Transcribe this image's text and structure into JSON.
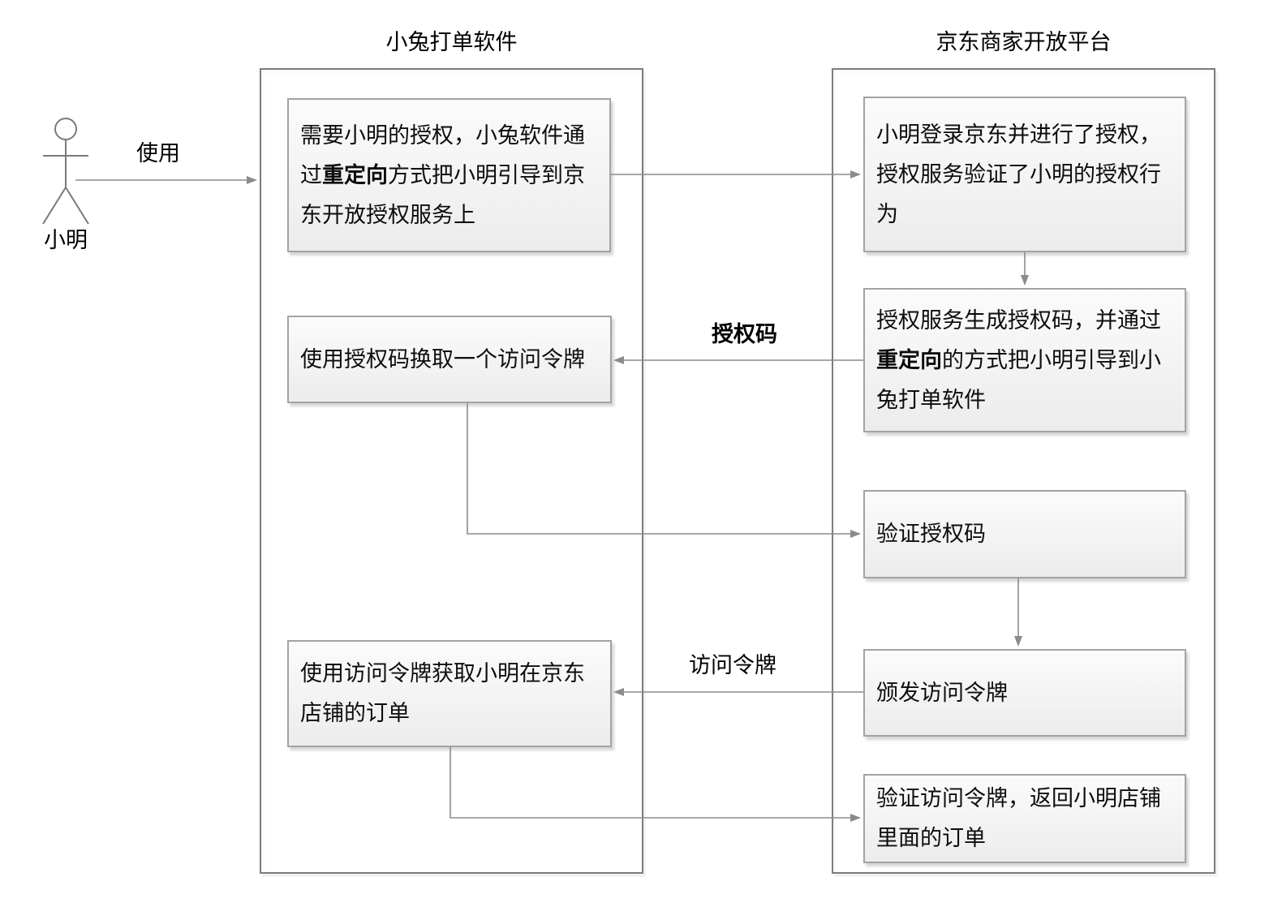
{
  "lanes": {
    "left": {
      "title": "小兔打单软件"
    },
    "right": {
      "title": "京东商家开放平台"
    }
  },
  "actor": {
    "label": "小明"
  },
  "edge_labels": {
    "use": "使用",
    "auth_code": "授权码",
    "access_token": "访问令牌"
  },
  "boxes": {
    "l1": {
      "pre": "需要小明的授权，小兔软件通过",
      "bold": "重定向",
      "post": "方式把小明引导到京东开放授权服务上"
    },
    "l2": {
      "text": "使用授权码换取一个访问令牌"
    },
    "l3": {
      "text": "使用访问令牌获取小明在京东店铺的订单"
    },
    "r1": {
      "text": "小明登录京东并进行了授权，授权服务验证了小明的授权行为"
    },
    "r2": {
      "pre": "授权服务生成授权码，并通过",
      "bold": "重定向",
      "post": "的方式把小明引导到小兔打单软件"
    },
    "r3": {
      "text": "验证授权码"
    },
    "r4": {
      "text": "颁发访问令牌"
    },
    "r5": {
      "text": "验证访问令牌，返回小明店铺里面的订单"
    }
  },
  "colors": {
    "line": "#8b8b8b",
    "box_border": "#a3a3a3",
    "lane_border": "#7d7d7d"
  }
}
